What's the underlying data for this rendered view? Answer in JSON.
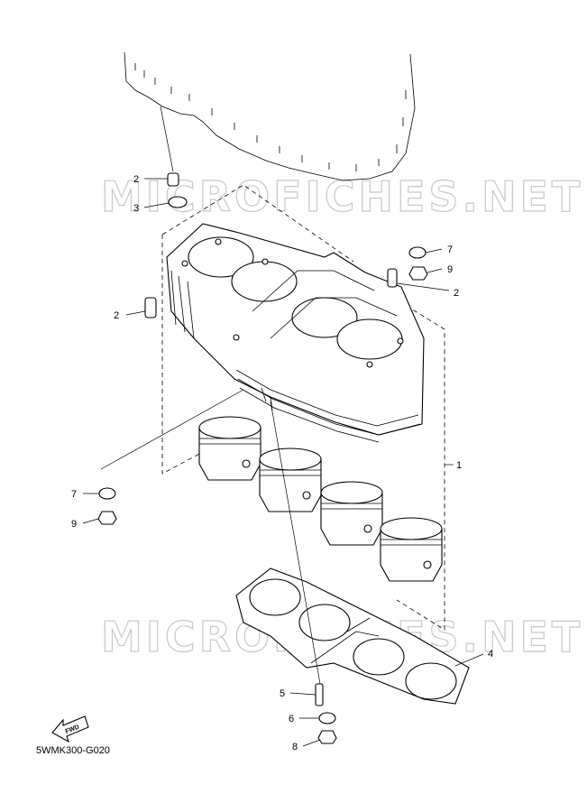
{
  "watermark": {
    "text": "MICROFICHES.NET"
  },
  "diagram_code": "5WMK300-G020",
  "fwd_label": "FWD",
  "callouts": [
    {
      "id": "c-2a",
      "label": "2"
    },
    {
      "id": "c-3",
      "label": "3"
    },
    {
      "id": "c-2b",
      "label": "2"
    },
    {
      "id": "c-7a",
      "label": "7"
    },
    {
      "id": "c-9a",
      "label": "9"
    },
    {
      "id": "c-2c",
      "label": "2"
    },
    {
      "id": "c-1",
      "label": "1"
    },
    {
      "id": "c-7b",
      "label": "7"
    },
    {
      "id": "c-9b",
      "label": "9"
    },
    {
      "id": "c-4",
      "label": "4"
    },
    {
      "id": "c-5",
      "label": "5"
    },
    {
      "id": "c-6",
      "label": "6"
    },
    {
      "id": "c-8",
      "label": "8"
    }
  ]
}
